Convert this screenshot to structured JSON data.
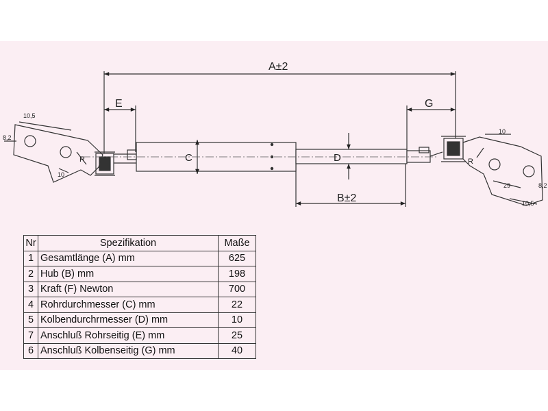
{
  "drawing": {
    "dim_A": "A±2",
    "dim_B": "B±2",
    "dim_E": "E",
    "dim_G": "G",
    "dim_C": "C",
    "dim_D": "D",
    "label_R": "R",
    "left_fitting": {
      "d_top": "10,5",
      "d_side": "8,2",
      "d_bottom": "10"
    },
    "right_fitting": {
      "d_top": "10",
      "d_mid": "29",
      "d_side": "8,2",
      "d_bottom": "10,5"
    }
  },
  "table": {
    "headers": [
      "Nr",
      "Spezifikation",
      "Maße"
    ],
    "rows": [
      {
        "nr": "1",
        "spec": "Gesamtlänge (A) mm",
        "value": "625"
      },
      {
        "nr": "2",
        "spec": "Hub (B)  mm",
        "value": "198"
      },
      {
        "nr": "3",
        "spec": "Kraft (F) Newton",
        "value": "700"
      },
      {
        "nr": "4",
        "spec": "Rohrdurchmesser (C) mm",
        "value": "22"
      },
      {
        "nr": "5",
        "spec": "Kolbendurchrmesser (D) mm",
        "value": "10"
      },
      {
        "nr": "7",
        "spec": "Anschluß Rohrseitig (E) mm",
        "value": "25"
      },
      {
        "nr": "6",
        "spec": "Anschluß Kolbenseitig (G) mm",
        "value": "40"
      }
    ]
  }
}
